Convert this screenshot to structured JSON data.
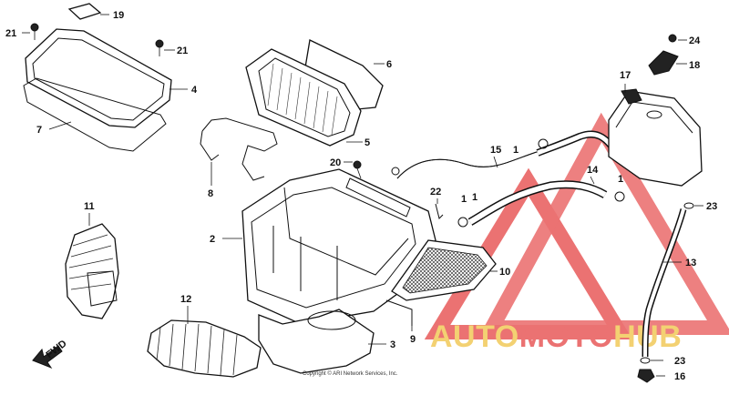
{
  "diagram": {
    "callouts": [
      {
        "id": "c19",
        "text": "19"
      },
      {
        "id": "c21a",
        "text": "21"
      },
      {
        "id": "c21b",
        "text": "21"
      },
      {
        "id": "c4",
        "text": "4"
      },
      {
        "id": "c7",
        "text": "7"
      },
      {
        "id": "c6",
        "text": "6"
      },
      {
        "id": "c5",
        "text": "5"
      },
      {
        "id": "c8",
        "text": "8"
      },
      {
        "id": "c20",
        "text": "20"
      },
      {
        "id": "c1a",
        "text": "1"
      },
      {
        "id": "c15",
        "text": "15"
      },
      {
        "id": "c1b",
        "text": "1"
      },
      {
        "id": "c17",
        "text": "17"
      },
      {
        "id": "c24",
        "text": "24"
      },
      {
        "id": "c18",
        "text": "18"
      },
      {
        "id": "c14",
        "text": "14"
      },
      {
        "id": "c1c",
        "text": "1"
      },
      {
        "id": "c22",
        "text": "22"
      },
      {
        "id": "c1d",
        "text": "1"
      },
      {
        "id": "c23a",
        "text": "23"
      },
      {
        "id": "c11",
        "text": "11"
      },
      {
        "id": "c2",
        "text": "2"
      },
      {
        "id": "c13",
        "text": "13"
      },
      {
        "id": "c10",
        "text": "10"
      },
      {
        "id": "c12",
        "text": "12"
      },
      {
        "id": "c3",
        "text": "3"
      },
      {
        "id": "c9",
        "text": "9"
      },
      {
        "id": "c23b",
        "text": "23"
      },
      {
        "id": "c16",
        "text": "16"
      }
    ],
    "fwd_label": "FWD",
    "copyright": "Copyright © ARI Network Services, Inc."
  },
  "watermark": {
    "part1": "AUTO",
    "part2": "MOTO",
    "part3": "HUB",
    "color_red": "#e85a5a",
    "color_yellow": "#f2c95a"
  }
}
